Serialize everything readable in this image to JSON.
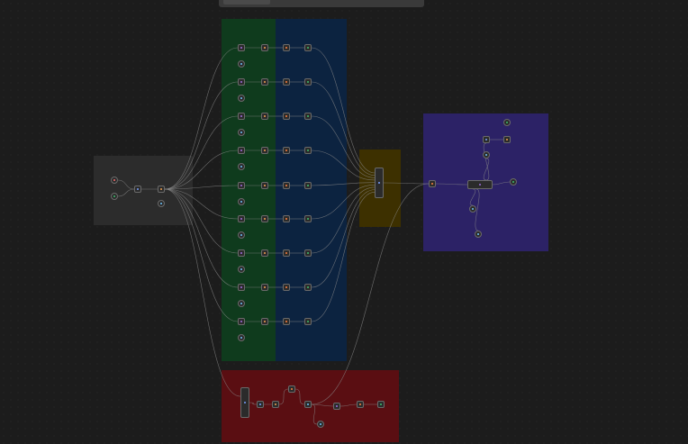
{
  "app": {
    "topbar_label": ""
  },
  "colors": {
    "canvas": "#1c1c1c",
    "wire": "#8a8a8a",
    "node_border": "#6a6a6a",
    "agent": "#a070e0",
    "merge": "#7aa0ff",
    "set": "#f0a050",
    "http": "#6fc7ff",
    "code": "#ff8040",
    "trigger": "#ff7070",
    "tool": "#3ec070"
  },
  "stickies": [
    {
      "name": "sticky-triggers",
      "label": "",
      "color": "#2c2c2c"
    },
    {
      "name": "sticky-agents",
      "label": "",
      "color": "#0f3b1d"
    },
    {
      "name": "sticky-processing",
      "label": "",
      "color": "#0c2340"
    },
    {
      "name": "sticky-merge",
      "label": "",
      "color": "#3d3000"
    },
    {
      "name": "sticky-final-agent",
      "label": "",
      "color": "#2c2266"
    },
    {
      "name": "sticky-error-flow",
      "label": "",
      "color": "#5a0e12"
    }
  ],
  "nodes": {
    "trigger_manual": {
      "label": "",
      "icon": "play-icon"
    },
    "trigger_chat": {
      "label": "",
      "icon": "chat-icon"
    },
    "trigger_merge": {
      "label": "",
      "icon": "merge-icon"
    },
    "trigger_set": {
      "label": "",
      "icon": "edit-icon"
    },
    "trigger_http": {
      "label": "",
      "icon": "globe-icon"
    },
    "rows": [
      {
        "agent": "",
        "model": "",
        "edit": "",
        "code": "",
        "tool": ""
      },
      {
        "agent": "",
        "model": "",
        "edit": "",
        "code": "",
        "tool": ""
      },
      {
        "agent": "",
        "model": "",
        "edit": "",
        "code": "",
        "tool": ""
      },
      {
        "agent": "",
        "model": "",
        "edit": "",
        "code": "",
        "tool": ""
      },
      {
        "agent": "",
        "model": "",
        "edit": "",
        "code": "",
        "tool": ""
      },
      {
        "agent": "",
        "model": "",
        "edit": "",
        "code": "",
        "tool": ""
      },
      {
        "agent": "",
        "model": "",
        "edit": "",
        "code": "",
        "tool": ""
      },
      {
        "agent": "",
        "model": "",
        "edit": "",
        "code": "",
        "tool": ""
      },
      {
        "agent": "",
        "model": "",
        "edit": "",
        "code": "",
        "tool": ""
      }
    ],
    "merge_all": {
      "label": "",
      "icon": "merge-icon"
    },
    "final_code": {
      "label": "",
      "icon": "code-icon"
    },
    "final_agent": {
      "label": "",
      "icon": "robot-icon"
    },
    "final_model": {
      "label": "",
      "icon": "brain-icon"
    },
    "final_memory": {
      "label": "",
      "icon": "memory-icon"
    },
    "final_tool": {
      "label": "",
      "icon": "tool-icon"
    },
    "final_merge": {
      "label": "",
      "icon": "merge-icon"
    },
    "final_set": {
      "label": "",
      "icon": "edit-icon"
    },
    "final_http_top": {
      "label": "",
      "icon": "globe-icon"
    },
    "final_output": {
      "label": "",
      "icon": "send-icon"
    },
    "err_merge": {
      "label": "",
      "icon": "merge-icon"
    },
    "err_a": {
      "label": "",
      "icon": "filter-icon"
    },
    "err_b": {
      "label": "",
      "icon": "code-icon"
    },
    "err_c": {
      "label": "",
      "icon": "code-icon"
    },
    "err_d": {
      "label": "",
      "icon": "link-icon"
    },
    "err_e": {
      "label": "",
      "icon": "gear-icon"
    },
    "err_f": {
      "label": "",
      "icon": "code-icon"
    },
    "err_g": {
      "label": "",
      "icon": "tool-icon"
    },
    "err_h": {
      "label": "",
      "icon": "globe-icon"
    }
  }
}
